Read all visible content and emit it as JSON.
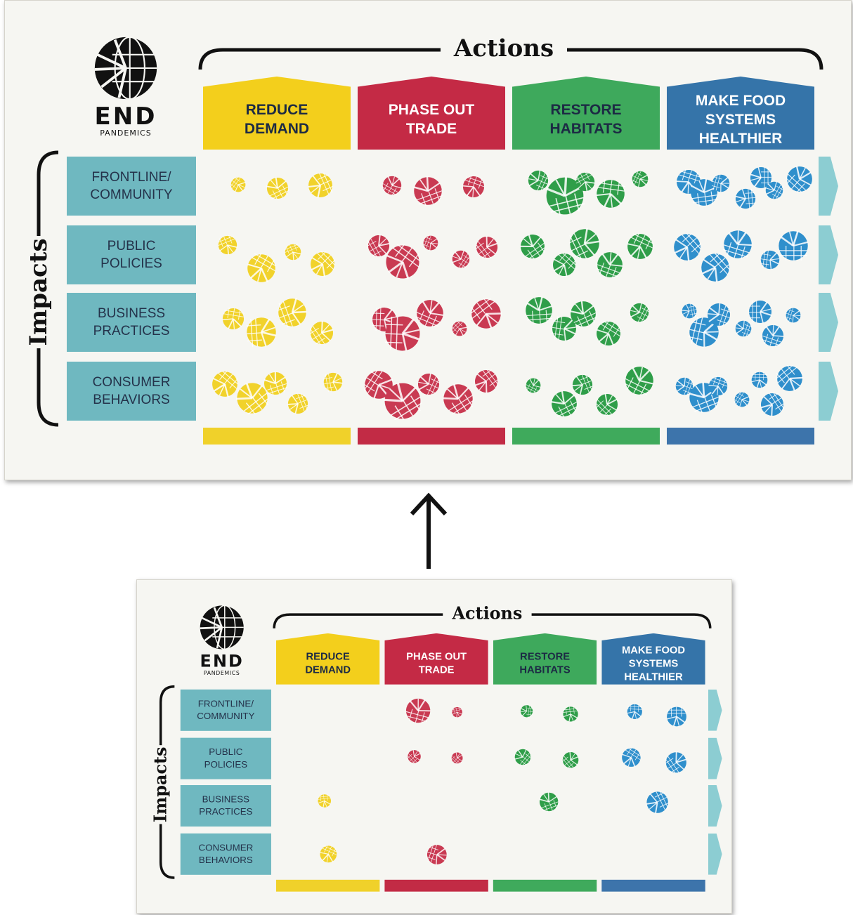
{
  "logo": {
    "name": "END",
    "subtitle": "PANDEMICS"
  },
  "axes": {
    "actions_label": "Actions",
    "impacts_label": "Impacts"
  },
  "columns": [
    {
      "label_lines": [
        "REDUCE",
        "DEMAND"
      ],
      "color": "#f3cf1c",
      "bar_color": "#f0d12a",
      "text": "dark"
    },
    {
      "label_lines": [
        "PHASE OUT",
        "TRADE"
      ],
      "color": "#c42a45",
      "bar_color": "#c22b45",
      "text": "light"
    },
    {
      "label_lines": [
        "RESTORE",
        "HABITATS"
      ],
      "color": "#3ea95c",
      "bar_color": "#3faa5c",
      "text": "dark"
    },
    {
      "label_lines": [
        "MAKE FOOD",
        "SYSTEMS",
        "HEALTHIER"
      ],
      "color": "#3574a9",
      "bar_color": "#3d74ab",
      "text": "light"
    }
  ],
  "rows": [
    {
      "label_lines": [
        "FRONTLINE/",
        "COMMUNITY"
      ]
    },
    {
      "label_lines": [
        "PUBLIC",
        "POLICIES"
      ]
    },
    {
      "label_lines": [
        "BUSINESS",
        "PRACTICES"
      ]
    },
    {
      "label_lines": [
        "CONSUMER",
        "BEHAVIORS"
      ]
    }
  ],
  "colors": {
    "yellow": "#f1d22b",
    "red": "#c93a52",
    "green": "#2f9e49",
    "blue": "#2f8fcc",
    "row_bg": "#6fb8c0",
    "arrow": "#8ccdd2"
  },
  "top_panel_bubble_counts": [
    [
      3,
      3,
      5,
      7
    ],
    [
      4,
      5,
      5,
      5
    ],
    [
      4,
      5,
      5,
      7
    ],
    [
      5,
      5,
      5,
      7
    ]
  ],
  "bottom_panel_bubble_counts": [
    [
      0,
      2,
      2,
      2
    ],
    [
      0,
      2,
      2,
      2
    ],
    [
      1,
      0,
      1,
      1
    ],
    [
      1,
      1,
      0,
      0
    ]
  ],
  "transition_arrow": "up-arrow"
}
